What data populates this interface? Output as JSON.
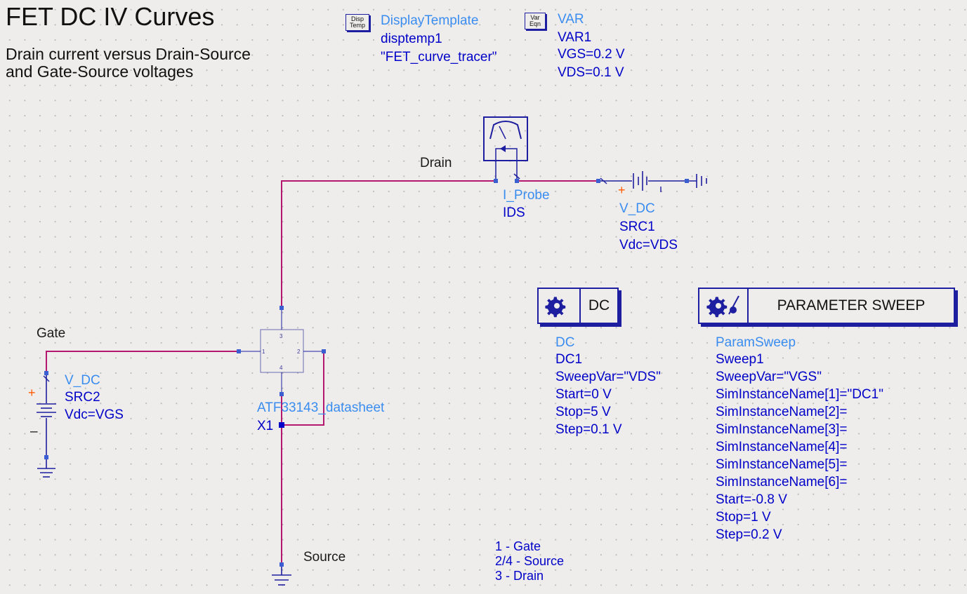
{
  "header": {
    "title": "FET DC IV Curves",
    "subtitle_line1": "Drain current versus Drain-Source",
    "subtitle_line2": "and Gate-Source voltages"
  },
  "display_template": {
    "icon_line1": "Disp",
    "icon_line2": "Temp",
    "type": "DisplayTemplate",
    "name": "disptemp1",
    "value": "\"FET_curve_tracer\""
  },
  "var_eqn": {
    "icon_line1": "Var",
    "icon_line2": "Eqn",
    "type": "VAR",
    "name": "VAR1",
    "params": [
      "VGS=0.2 V",
      "VDS=0.1 V"
    ]
  },
  "nets": {
    "drain": "Drain",
    "gate": "Gate",
    "source": "Source"
  },
  "iprobe": {
    "type": "I_Probe",
    "name": "IDS"
  },
  "vdc_drain": {
    "type": "V_DC",
    "name": "SRC1",
    "value": "Vdc=VDS",
    "plus": "+"
  },
  "vdc_gate": {
    "type": "V_DC",
    "name": "SRC2",
    "value": "Vdc=VGS",
    "plus": "+",
    "minus": "–"
  },
  "fet": {
    "model": "ATF33143_datasheet",
    "name": "X1",
    "pins": [
      "1",
      "2",
      "3",
      "4"
    ]
  },
  "dc_controller": {
    "label": "DC",
    "type": "DC",
    "name": "DC1",
    "params": [
      "SweepVar=\"VDS\"",
      "Start=0 V",
      "Stop=5 V",
      "Step=0.1 V"
    ]
  },
  "sweep_controller": {
    "label": "PARAMETER SWEEP",
    "type": "ParamSweep",
    "name": "Sweep1",
    "params": [
      "SweepVar=\"VGS\"",
      "SimInstanceName[1]=\"DC1\"",
      "SimInstanceName[2]=",
      "SimInstanceName[3]=",
      "SimInstanceName[4]=",
      "SimInstanceName[5]=",
      "SimInstanceName[6]=",
      "Start=-0.8 V",
      "Stop=1 V",
      "Step=0.2 V"
    ]
  },
  "pin_legend": [
    "1 - Gate",
    "2/4 - Source",
    "3 - Drain"
  ],
  "colors": {
    "wire": "#b4186e",
    "component": "#1e1ea0",
    "instance_name": "#0000c8",
    "component_type": "#3a8df0",
    "background": "#efedeb"
  }
}
